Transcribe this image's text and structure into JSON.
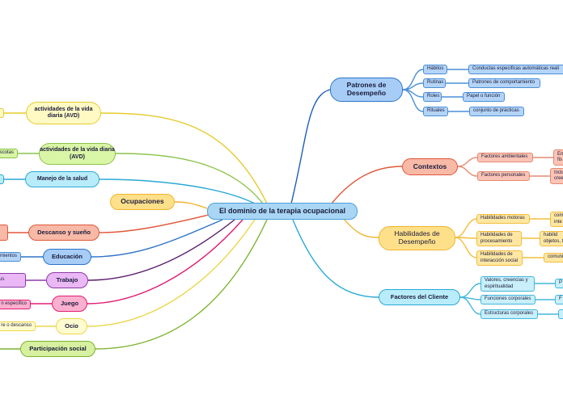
{
  "center": "El dominio de la terapia ocupacional",
  "right": {
    "patrones": {
      "title": "Patrones de Desempeño",
      "items": [
        "Hábitos",
        "Rutinas",
        "Roles",
        "Rituales"
      ],
      "details": [
        "Conductas especificas automáticas reali",
        "Patrones de comportamiento",
        "Papel o función",
        "conjunto de prácticas"
      ]
    },
    "contextos": {
      "title": "Contextos",
      "items": [
        "Factores ambientales",
        "Factores personales"
      ],
      "details": [
        "En\nfis",
        "Inclu\ncree"
      ]
    },
    "habilidades": {
      "title": "Habilidades de Desempeño",
      "items": [
        "Habilidades motoras",
        "Habilidades de procesamiento",
        "Habilidades de interacción social"
      ],
      "details": [
        "com\ninte",
        "habilid\nobjetos, t",
        "comuni"
      ]
    },
    "factores": {
      "title": "Factores del Cliente",
      "items": [
        "Valores, creencias y espiritualidad",
        "Funciones corporales",
        "Estructuras corporales"
      ],
      "details": [
        "P",
        "F",
        ""
      ]
    }
  },
  "left": {
    "ocupaciones": "Ocupaciones",
    "avd1": {
      "title": "actividades de la vida diaria (AVD)",
      "detail": ""
    },
    "avd2": {
      "title": "actividades de la vida diaria (AVD)",
      "detail": "ascotas"
    },
    "salud": {
      "title": "Manejo de la salud",
      "detail": ""
    },
    "descanso": {
      "title": "Descanso y sueño",
      "detail": ""
    },
    "educacion": {
      "title": "Educación",
      "detail": "mientos"
    },
    "trabajo": {
      "title": "Trabajo",
      "detail": "us"
    },
    "juego": {
      "title": "Juego",
      "detail": "n especifico"
    },
    "ocio": {
      "title": "Ocio",
      "detail": "re o descanso"
    },
    "participacion": {
      "title": "Participación social",
      "detail": ""
    }
  }
}
